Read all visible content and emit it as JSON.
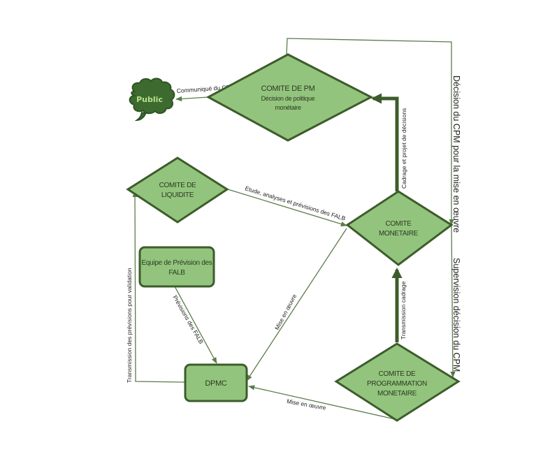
{
  "diagram": {
    "colors": {
      "node_fill": "#93c47d",
      "node_stroke": "#3d5c2b",
      "cloud_fill": "#3d6b2f",
      "cloud_text": "#b7e08a",
      "edge": "#5a7c4a"
    },
    "nodes": {
      "public": {
        "label": "Public",
        "shape": "cloud"
      },
      "comite_pm": {
        "shape": "diamond",
        "lines": [
          "COMITE DE PM",
          "Décision de politique",
          "monétaire"
        ]
      },
      "comite_liquidite": {
        "shape": "diamond",
        "lines": [
          "COMITE DE",
          "LIQUIDITE"
        ]
      },
      "comite_monetaire": {
        "shape": "diamond",
        "lines": [
          "COMITE",
          "MONETAIRE"
        ]
      },
      "equipe_prevision": {
        "shape": "rounded-rect",
        "lines": [
          "Equipe de Prévision des",
          "FALB"
        ]
      },
      "dpmc": {
        "shape": "rounded-rect",
        "lines": [
          "DPMC"
        ]
      },
      "comite_programmation": {
        "shape": "diamond",
        "lines": [
          "COMITE DE",
          "PROGRAMMATION",
          "MONETAIRE"
        ]
      }
    },
    "edges": {
      "communique": {
        "from": "comite_pm",
        "to": "public",
        "label": "Communiqué du CPM"
      },
      "cadrage_projet": {
        "from": "comite_monetaire",
        "to": "comite_pm",
        "label": "Cadrage et projet de décisions"
      },
      "decision_mise_en_oeuvre": {
        "from": "comite_pm",
        "to": "comite_monetaire",
        "label": "Décision du CPM pour la mise en œuvre"
      },
      "supervision": {
        "from": "comite_monetaire",
        "to": "comite_programmation",
        "label": "Supervision décision du CPM."
      },
      "etude_analyses": {
        "from": "comite_liquidite",
        "to": "comite_monetaire",
        "label": "Etude, analyses et prévisions des FALB"
      },
      "mise_en_oeuvre_cm": {
        "from": "comite_monetaire",
        "to": "dpmc",
        "label": "Mise en œuvre"
      },
      "transmission_cadrage": {
        "from": "comite_programmation",
        "to": "comite_monetaire",
        "label": "Transmission cadrage"
      },
      "mise_en_oeuvre_cpm": {
        "from": "comite_programmation",
        "to": "dpmc",
        "label": "Mise en œuvre"
      },
      "previsions_falb": {
        "from": "equipe_prevision",
        "to": "dpmc",
        "label": "Prévisions des FALB"
      },
      "transmission_validation": {
        "from": "dpmc",
        "to": "comite_liquidite",
        "label": "Transmission des prévisions pour validation"
      }
    }
  }
}
